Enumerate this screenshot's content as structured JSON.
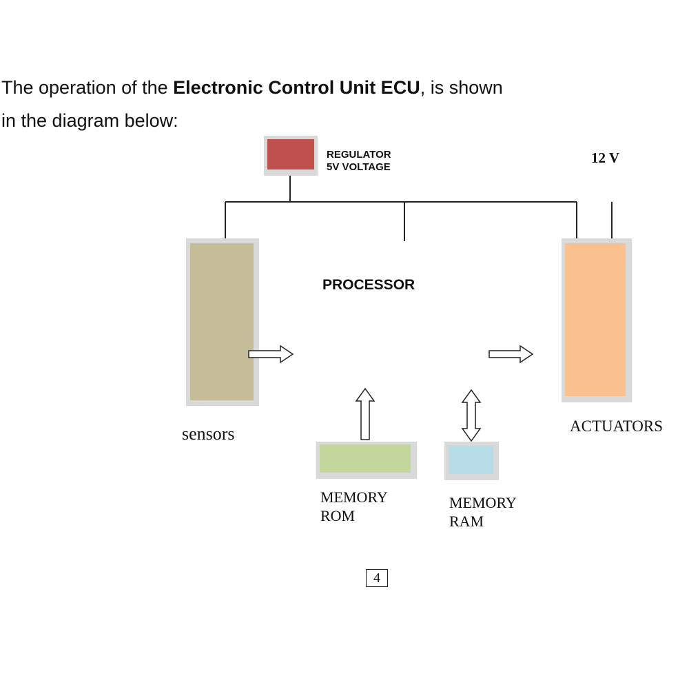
{
  "intro": {
    "part1": "The operation of the ",
    "bold": "Electronic Control Unit ECU",
    "part2": ", is shown",
    "line2": "in the diagram below:"
  },
  "labels": {
    "regulator_line1": "REGULATOR",
    "regulator_line2": "5V VOLTAGE",
    "voltage": "12 V",
    "processor": "PROCESSOR",
    "sensors": "sensors",
    "actuators": "ACTUATORS",
    "rom_line1": "MEMORY",
    "rom_line2": "ROM",
    "ram_line1": "MEMORY",
    "ram_line2": "RAM"
  },
  "page_number": "4",
  "colors": {
    "regulator": "#c0504d",
    "sensors": "#c4bd97",
    "actuators": "#fac090",
    "rom": "#c3d69b",
    "ram": "#b7dee8",
    "box_shadow": "#d9d9d9",
    "wire": "#222222"
  }
}
